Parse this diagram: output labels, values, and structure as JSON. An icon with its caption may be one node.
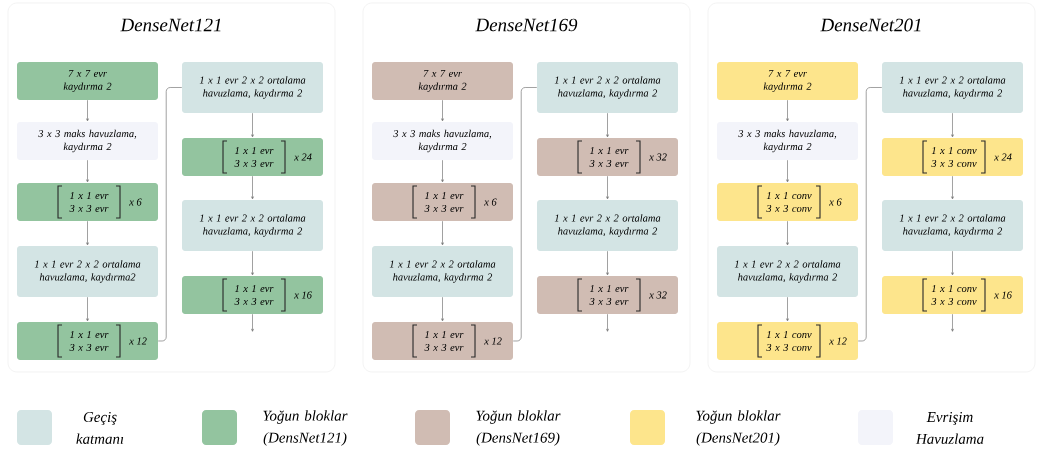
{
  "diagram": {
    "nodes": [
      {
        "text": [
          "DenseNet121"
        ]
      },
      {
        "text": [
          "7 x 7 evr kaydırma 2"
        ],
        "in": 0
      },
      {
        "text": [
          "3 x 3 maks havuzlama, kaydırma 2"
        ],
        "in": 0
      },
      {
        "text": [
          "1 x 1 evr 3 x 3 evr",
          "x 6"
        ],
        "in": 0
      },
      {
        "text": [
          "1 x 1 evr 2 x 2 ortalama havuzlama, kaydırma2"
        ],
        "in": 0
      },
      {
        "text": [
          "1 x 1 evr 3 x 3 evr",
          "x 12"
        ],
        "in": 0
      },
      {
        "text": [
          "1 x 1 evr 2 x 2 ortalama havuzlama, kaydırma 2"
        ],
        "in": 0
      },
      {
        "text": [
          "1 x 1 evr 3 x 3 evr",
          "x 24"
        ],
        "in": 0
      },
      {
        "text": [
          "1 x 1 evr 2 x 2 ortalama havuzlama, kaydırma 2"
        ],
        "in": 0
      },
      {
        "text": [
          "1 x 1 evr 3 x 3 evr",
          "x 16"
        ],
        "in": 0
      },
      {
        "text": [
          "DenseNet169"
        ]
      },
      {
        "text": [
          "7 x 7 evr kaydırma 2"
        ],
        "in": 10
      },
      {
        "text": [
          "3 x 3 maks havuzlama, kaydırma 2"
        ],
        "in": 10
      },
      {
        "text": [
          "1 x 1 evr 3 x 3 evr",
          "x 6"
        ],
        "in": 10
      },
      {
        "text": [
          "1 x 1 evr 2 x 2 ortalama havuzlama, kaydırma 2"
        ],
        "in": 10
      },
      {
        "text": [
          "1 x 1 evr 3 x 3 evr",
          "x 12"
        ],
        "in": 10
      },
      {
        "text": [
          "1 x 1 evr 2 x 2 ortalama havuzlama, kaydırma 2"
        ],
        "in": 10
      },
      {
        "text": [
          "1 x 1 evr 3 x 3 evr",
          "x 32"
        ],
        "in": 10
      },
      {
        "text": [
          "1 x 1 evr 2 x 2 ortalama havuzlama, kaydırma 2"
        ],
        "in": 10
      },
      {
        "text": [
          "1 x 1 evr 3 x 3 evr",
          "x 32"
        ],
        "in": 10
      },
      {
        "text": [
          "DenseNet201"
        ]
      },
      {
        "text": [
          "7 x 7 evr kaydırma 2"
        ],
        "in": 20
      },
      {
        "text": [
          "3 x 3 maks havuzlama, kaydırma 2"
        ],
        "in": 20
      },
      {
        "text": [
          "1 x 1 conv 3 x 3 conv",
          "x 6"
        ],
        "in": 20
      },
      {
        "text": [
          "1 x 1 evr 2 x 2 ortalama havuzlama, kaydırma 2"
        ],
        "in": 20
      },
      {
        "text": [
          "1 x 1 conv 3 x 3 conv",
          "x 12"
        ],
        "in": 20
      },
      {
        "text": [
          "1 x 1 evr 2 x 2 ortalama havuzlama, kaydırma 2"
        ],
        "in": 20
      },
      {
        "text": [
          "1 x 1 conv 3 x 3 conv",
          "x 24"
        ],
        "in": 20
      },
      {
        "text": [
          "1 x 1 evr 2 x 2 ortalama havuzlama, kaydırma 2"
        ],
        "in": 20
      },
      {
        "text": [
          "1 x 1 conv 3 x 3 conv",
          "x 16"
        ],
        "in": 20
      }
    ],
    "edges": [
      {
        "from": 1,
        "to": 2,
        "arrow": "to"
      },
      {
        "from": 2,
        "to": 3,
        "arrow": "to"
      },
      {
        "from": 3,
        "to": 4,
        "arrow": "to"
      },
      {
        "from": 4,
        "to": 5,
        "arrow": "to"
      },
      {
        "from": 5,
        "to": 6,
        "arrow": "none"
      },
      {
        "from": 6,
        "to": 7,
        "arrow": "to"
      },
      {
        "from": 7,
        "to": 8,
        "arrow": "to"
      },
      {
        "from": 8,
        "to": 9,
        "arrow": "to"
      },
      {
        "from": 9,
        "to": null,
        "arrow": "to"
      },
      {
        "from": 11,
        "to": 12,
        "arrow": "to"
      },
      {
        "from": 12,
        "to": 13,
        "arrow": "to"
      },
      {
        "from": 13,
        "to": 14,
        "arrow": "to"
      },
      {
        "from": 14,
        "to": 15,
        "arrow": "to"
      },
      {
        "from": 15,
        "to": 16,
        "arrow": "none"
      },
      {
        "from": 16,
        "to": 17,
        "arrow": "to"
      },
      {
        "from": 17,
        "to": 18,
        "arrow": "to"
      },
      {
        "from": 18,
        "to": 19,
        "arrow": "to"
      },
      {
        "from": 19,
        "to": null,
        "arrow": "to"
      },
      {
        "from": 21,
        "to": 22,
        "arrow": "to"
      },
      {
        "from": 22,
        "to": 23,
        "arrow": "to"
      },
      {
        "from": 23,
        "to": 24,
        "arrow": "to"
      },
      {
        "from": 24,
        "to": 25,
        "arrow": "to"
      },
      {
        "from": 25,
        "to": 26,
        "arrow": "none"
      },
      {
        "from": 26,
        "to": 27,
        "arrow": "to"
      },
      {
        "from": 27,
        "to": 28,
        "arrow": "to"
      },
      {
        "from": 28,
        "to": 29,
        "arrow": "to"
      },
      {
        "from": 29,
        "to": null,
        "arrow": "to"
      }
    ],
    "legend": [
      {
        "text": "Geçiş katmanı",
        "color": "#d3e4e4"
      },
      {
        "text": "Yoğun bloklar (DensNet121)",
        "color": "#93c49f"
      },
      {
        "text": "Yoğun bloklar (DensNet169)",
        "color": "#d0bcb3"
      },
      {
        "text": "Yoğun bloklar (DensNet201)",
        "color": "#fde58c"
      },
      {
        "text": "Evrişim Havuzlama",
        "color": "#f3f4fa"
      }
    ]
  }
}
